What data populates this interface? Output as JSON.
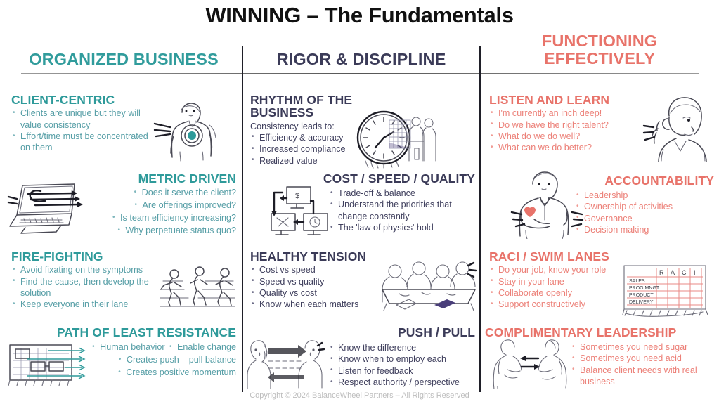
{
  "title": "WINNING – The Fundamentals",
  "colors": {
    "teal": "#2E9A9A",
    "navy": "#3B3B58",
    "red": "#E8736A",
    "title": "#111111",
    "footer": "#BDBDBD"
  },
  "columns": [
    {
      "header": "ORGANIZED BUSINESS",
      "theme": "teal",
      "sections": [
        {
          "title": "CLIENT-CENTRIC",
          "lead": "",
          "bullets": [
            "Clients are unique but they will value consistency",
            "Effort/time must be concentrated on them"
          ],
          "icon": "person-target-icon"
        },
        {
          "title": "METRIC DRIVEN",
          "lead": "",
          "bullets": [
            "Does it serve the client?",
            "Are offerings improved?",
            "Is team efficiency increasing?",
            "Why perpetuate status quo?"
          ],
          "icon": "laptop-arrows-icon"
        },
        {
          "title": "FIRE-FIGHTING",
          "lead": "",
          "bullets": [
            "Avoid fixating on the symptoms",
            "Find the cause, then develop the solution",
            "Keep everyone in their lane"
          ],
          "icon": "runners-lanes-icon"
        },
        {
          "title": "PATH OF LEAST RESISTANCE",
          "lead": "",
          "bullets": [
            "Human behavior",
            "Enable change",
            "Creates push – pull balance",
            "Creates positive momentum"
          ],
          "icon": "flow-diagram-icon"
        }
      ]
    },
    {
      "header": "RIGOR & DISCIPLINE",
      "theme": "navy",
      "sections": [
        {
          "title": "RHYTHM OF THE BUSINESS",
          "lead": "Consistency leads to:",
          "bullets": [
            "Efficiency & accuracy",
            "Increased compliance",
            "Realized value"
          ],
          "icon": "clock-chart-icon"
        },
        {
          "title": "COST / SPEED / QUALITY",
          "lead": "",
          "bullets": [
            "Trade-off & balance",
            "Understand the priorities that change constantly",
            "The 'law of physics' hold"
          ],
          "icon": "monitors-network-icon"
        },
        {
          "title": "HEALTHY TENSION",
          "lead": "",
          "bullets": [
            "Cost vs speed",
            "Speed vs quality",
            "Quality vs cost",
            "Know when each matters"
          ],
          "icon": "meeting-table-icon"
        },
        {
          "title": "PUSH / PULL",
          "lead": "",
          "bullets": [
            "Know the difference",
            "Know when to employ each",
            "Listen for feedback",
            "Respect authority / perspective"
          ],
          "icon": "two-people-arrows-icon"
        }
      ]
    },
    {
      "header": "FUNCTIONING EFFECTIVELY",
      "theme": "red",
      "sections": [
        {
          "title": "LISTEN AND LEARN",
          "lead": "",
          "bullets": [
            "I'm currently an inch deep!",
            "Do we have the right talent?",
            "What do we do well?",
            "What can we do better?"
          ],
          "icon": "person-listening-icon"
        },
        {
          "title": "ACCOUNTABILITY",
          "lead": "",
          "bullets": [
            "Leadership",
            "Ownership of activities",
            "Governance",
            "Decision making"
          ],
          "icon": "person-heart-icon"
        },
        {
          "title": "RACI / SWIM LANES",
          "lead": "",
          "bullets": [
            "Do your job, know your role",
            "Stay in your lane",
            "Collaborate openly",
            "Support constructively"
          ],
          "icon": "raci-matrix-icon"
        },
        {
          "title": "COMPLIMENTARY LEADERSHIP",
          "lead": "",
          "bullets": [
            "Sometimes you need sugar",
            "Sometimes you need acid",
            "Balance client needs with real business"
          ],
          "icon": "two-leaders-icon"
        }
      ]
    }
  ],
  "raci_matrix": {
    "columns": [
      "R",
      "A",
      "C",
      "I"
    ],
    "rows": [
      "SALES",
      "PROG MNGT.",
      "PRODUCT",
      "DELIVERY"
    ]
  },
  "footer": "Copyright © 2024 BalanceWheel Partners – All Rights Reserved"
}
